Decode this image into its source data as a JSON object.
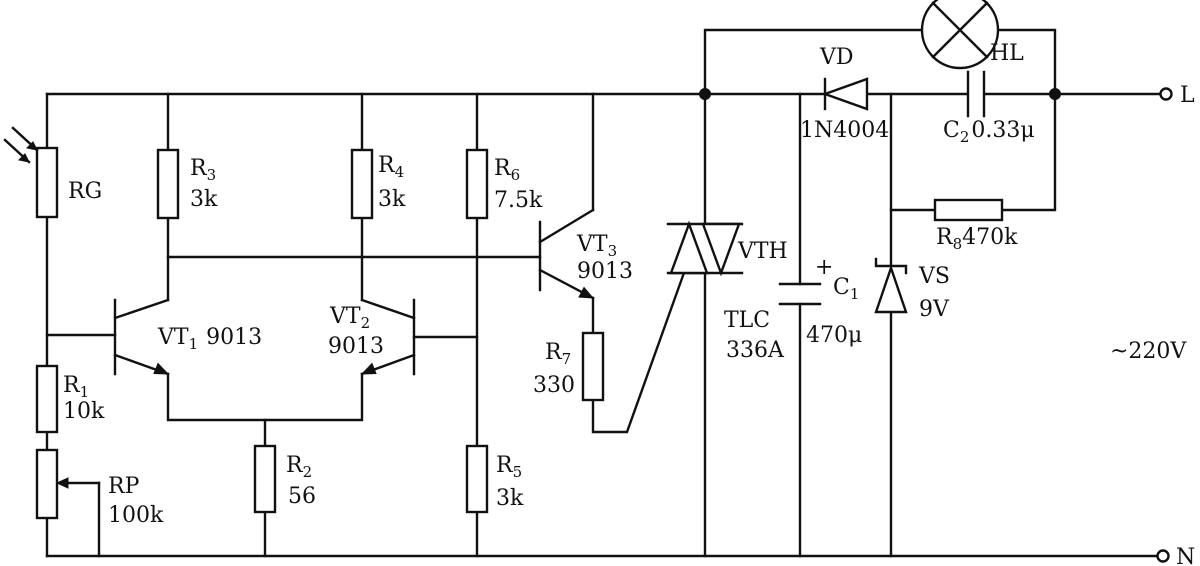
{
  "labels": {
    "rg": "RG",
    "r1": "R",
    "r1_sub": "1",
    "r1_val": "10k",
    "rp": "RP",
    "rp_val": "100k",
    "r2": "R",
    "r2_sub": "2",
    "r2_val": "56",
    "r3": "R",
    "r3_sub": "3",
    "r3_val": "3k",
    "r4": "R",
    "r4_sub": "4",
    "r4_val": "3k",
    "r5": "R",
    "r5_sub": "5",
    "r5_val": "3k",
    "r6": "R",
    "r6_sub": "6",
    "r6_val": "7.5k",
    "r7": "R",
    "r7_sub": "7",
    "r7_val": "330",
    "r8": "R",
    "r8_sub": "8",
    "r8_val": "470k",
    "vt1": "VT",
    "vt1_sub": "1",
    "vt1_val": "9013",
    "vt2": "VT",
    "vt2_sub": "2",
    "vt2_val": "9013",
    "vt3": "VT",
    "vt3_sub": "3",
    "vt3_val": "9013",
    "vth": "VTH",
    "tlc": "TLC",
    "tlc_val": "336A",
    "vd": "VD",
    "vd_val": "1N4004",
    "hl": "HL",
    "c1": "C",
    "c1_sub": "1",
    "c1_val": "470μ",
    "c1_plus": "+",
    "c2": "C",
    "c2_sub": "2",
    "c2_val": "0.33μ",
    "vs": "VS",
    "vs_val": "9V",
    "terminal_l": "L",
    "terminal_n": "N",
    "supply": "~220V"
  }
}
